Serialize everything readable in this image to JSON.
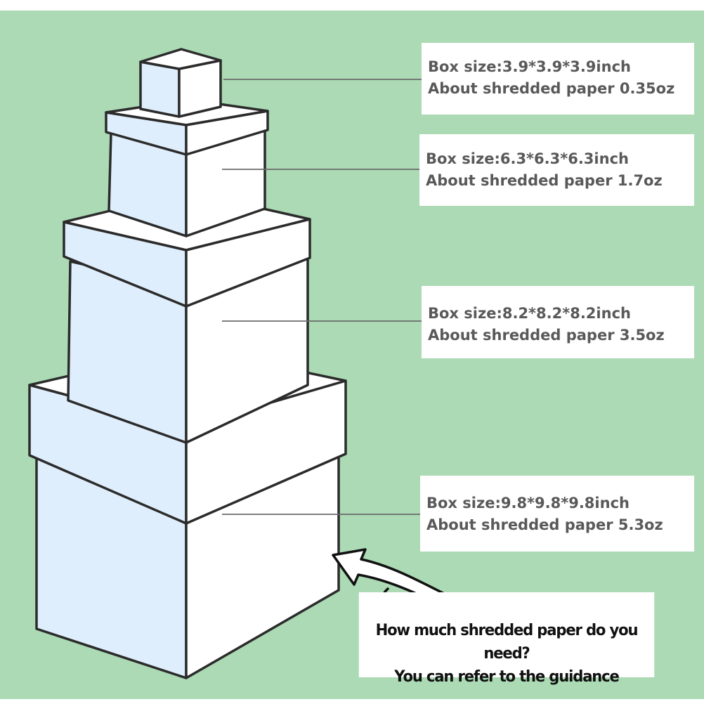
{
  "colors": {
    "background": "#abdab4",
    "box_left_face": "#dfeefc",
    "box_right_face": "#ffffff",
    "outline": "#2b2b2b",
    "label_text": "#595959",
    "guide_text": "#111111"
  },
  "boxes": [
    {
      "size_text": "Box size:3.9*3.9*3.9inch",
      "paper_text": "About shredded paper 0.35oz"
    },
    {
      "size_text": "Box size:6.3*6.3*6.3inch",
      "paper_text": "About shredded paper 1.7oz"
    },
    {
      "size_text": "Box size:8.2*8.2*8.2inch",
      "paper_text": "About shredded paper 3.5oz"
    },
    {
      "size_text": "Box size:9.8*9.8*9.8inch",
      "paper_text": "About shredded paper 5.3oz"
    }
  ],
  "guidance": {
    "line1": "How much shredded paper do you need?",
    "line2": "You can refer to the guidance"
  },
  "icons": [
    "curly-arrow-icon"
  ]
}
